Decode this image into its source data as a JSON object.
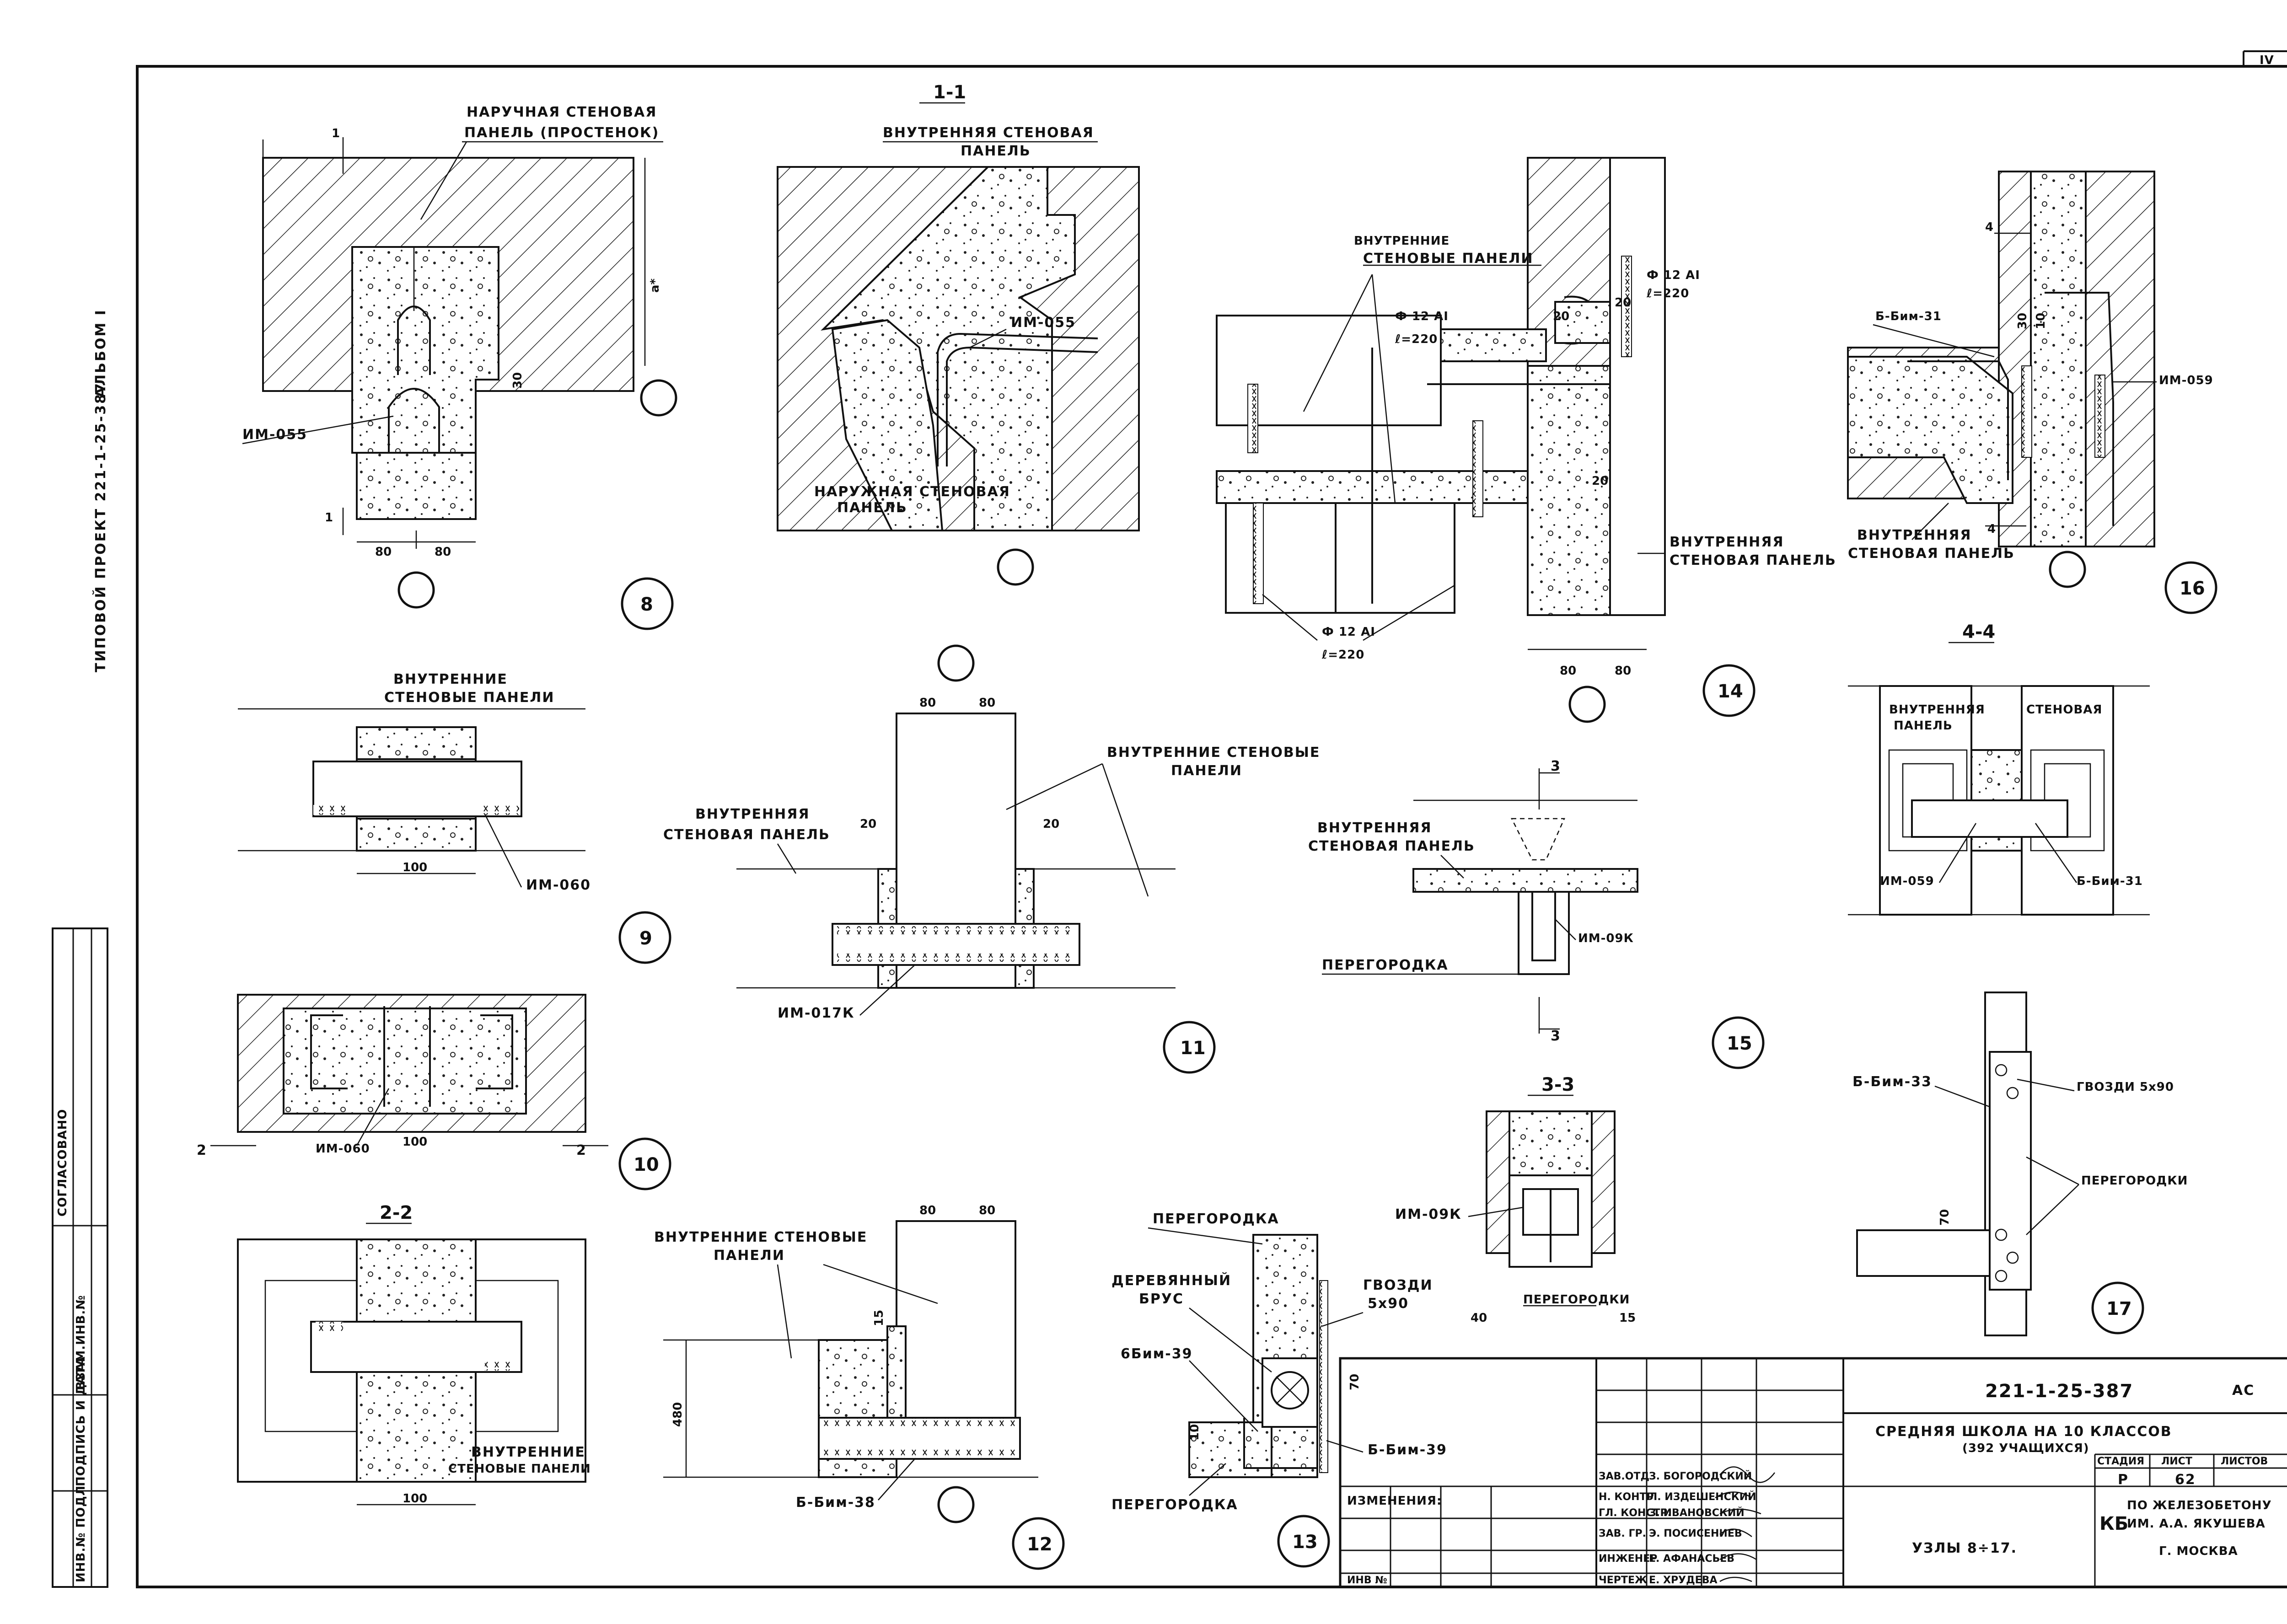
{
  "sheet": {
    "page_corner_number": "IV",
    "side_strip": {
      "album": "АЛЬБОМ I",
      "project": "ТИПОВОЙ ПРОЕКТ 221-1-25-387",
      "agreed": "СОГЛАСОВАНО",
      "columns": [
        "ИНВ.№ ПОДЛ",
        "ПОДПИСЬ И ДАТА",
        "ВЗАМ.ИНВ.№"
      ]
    }
  },
  "nodes": [
    {
      "id": "8",
      "labels": [
        "НАРУЧНАЯ СТЕНОВАЯ",
        "ПАНЕЛЬ (ПРОСТЕНОК)",
        "ИМ-055",
        "80",
        "80",
        "1",
        "1",
        "а*",
        "30"
      ]
    },
    {
      "id": "section-1-1",
      "title": "1-1",
      "labels": [
        "ВНУТРЕННЯЯ СТЕНОВАЯ",
        "ПАНЕЛЬ",
        "ИМ-055",
        "НАРУЖНАЯ СТЕНОВАЯ",
        "ПАНЕЛЬ"
      ]
    },
    {
      "id": "14",
      "labels": [
        "ВНУТРЕННИЕ",
        "СТЕНОВЫЕ ПАНЕЛИ",
        "Ф 12 АI",
        "ℓ=220",
        "Ф 12 АI",
        "ℓ=220",
        "Ф 12 АI",
        "ℓ=220",
        "ВНУТРЕННЯЯ",
        "СТЕНОВАЯ ПАНЕЛЬ",
        "80",
        "80",
        "20",
        "20",
        "20"
      ]
    },
    {
      "id": "16",
      "labels": [
        "Б-Бим-31",
        "ИМ-059",
        "ВНУТРЕННЯЯ",
        "СТЕНОВАЯ ПАНЕЛЬ",
        "4",
        "4",
        "30",
        "10"
      ]
    },
    {
      "id": "section-4-4",
      "title": "4-4",
      "labels": [
        "ВНУТРЕННЯЯ",
        "ПАНЕЛЬ",
        "СТЕНОВАЯ",
        "ИМ-059",
        "Б-Бим-31"
      ]
    },
    {
      "id": "9",
      "labels": [
        "ВНУТРЕННИЕ",
        "СТЕНОВЫЕ ПАНЕЛИ",
        "100",
        "ИМ-060"
      ]
    },
    {
      "id": "10",
      "labels": [
        "ИМ-060",
        "100",
        "2",
        "2"
      ]
    },
    {
      "id": "section-2-2",
      "title": "2-2",
      "labels": [
        "ВНУТРЕННИЕ",
        "СТЕНОВЫЕ ПАНЕЛИ",
        "100"
      ]
    },
    {
      "id": "11",
      "labels": [
        "80",
        "80",
        "ВНУТРЕННИЕ СТЕНОВЫЕ",
        "ПАНЕЛИ",
        "ВНУТРЕННЯЯ",
        "СТЕНОВАЯ ПАНЕЛЬ",
        "20",
        "20",
        "ИМ-017К"
      ]
    },
    {
      "id": "12",
      "labels": [
        "ВНУТРЕННИЕ СТЕНОВЫЕ",
        "ПАНЕЛИ",
        "80",
        "80",
        "480",
        "Б-Бим-38",
        "15"
      ]
    },
    {
      "id": "15",
      "labels": [
        "ВНУТРЕННЯЯ",
        "СТЕНОВАЯ ПАНЕЛЬ",
        "ПЕРЕГОРОДКА",
        "ИМ-09К",
        "3",
        "3"
      ]
    },
    {
      "id": "section-3-3",
      "title": "3-3",
      "labels": [
        "ИМ-09К",
        "ПЕРЕГОРОДКИ",
        "40",
        "15"
      ]
    },
    {
      "id": "13",
      "labels": [
        "ПЕРЕГОРОДКА",
        "ДЕРЕВЯННЫЙ",
        "БРУС",
        "ГВОЗДИ",
        "5х90",
        "6Бим-39",
        "Б-Бим-39",
        "ПЕРЕГОРОДКА",
        "70",
        "10"
      ]
    },
    {
      "id": "17",
      "labels": [
        "Б-Бим-33",
        "ГВОЗДИ 5х90",
        "ПЕРЕГОРОДКИ",
        "70"
      ]
    }
  ],
  "title_block": {
    "doc_code": "221-1-25-387",
    "section_mark": "АС",
    "title_line1": "СРЕДНЯЯ ШКОЛА НА 10 КЛАССОВ",
    "title_line2": "(392 УЧАЩИХСЯ)",
    "sheet_name": "УЗЛЫ 8÷17.",
    "stage_header": "СТАДИЯ",
    "sheet_header": "ЛИСТ",
    "sheets_header": "ЛИСТОВ",
    "stage": "Р",
    "sheet_no": "62",
    "org_line1": "ПО ЖЕЛЕЗОБЕТОНУ",
    "org_line2": "ИМ. А.А. ЯКУШЕВА",
    "org_line3": "Г. МОСКВА",
    "org_prefix": "КБ",
    "changes_label": "ИЗМЕНЕНИЯ:",
    "inv_label": "ИНВ №",
    "signatures": [
      {
        "role": "ЗАВ.ОТД",
        "name": "З. БОГОРОДСКИЙ"
      },
      {
        "role": "Н. КОНТР",
        "name": "Л. ИЗДЕШЕНСКИЙ"
      },
      {
        "role": "ГЛ. КОНСТР.",
        "name": "З. ИВАНОВСКИЙ"
      },
      {
        "role": "ЗАВ. ГР.",
        "name": "Э. ПОСИСЕНИЕВ"
      },
      {
        "role": "ИНЖЕНЕР",
        "name": "Е. АФАНАСЬЕВ"
      },
      {
        "role": "ЧЕРТЕЖ",
        "name": "Е. ХРУДЕВА"
      }
    ]
  }
}
